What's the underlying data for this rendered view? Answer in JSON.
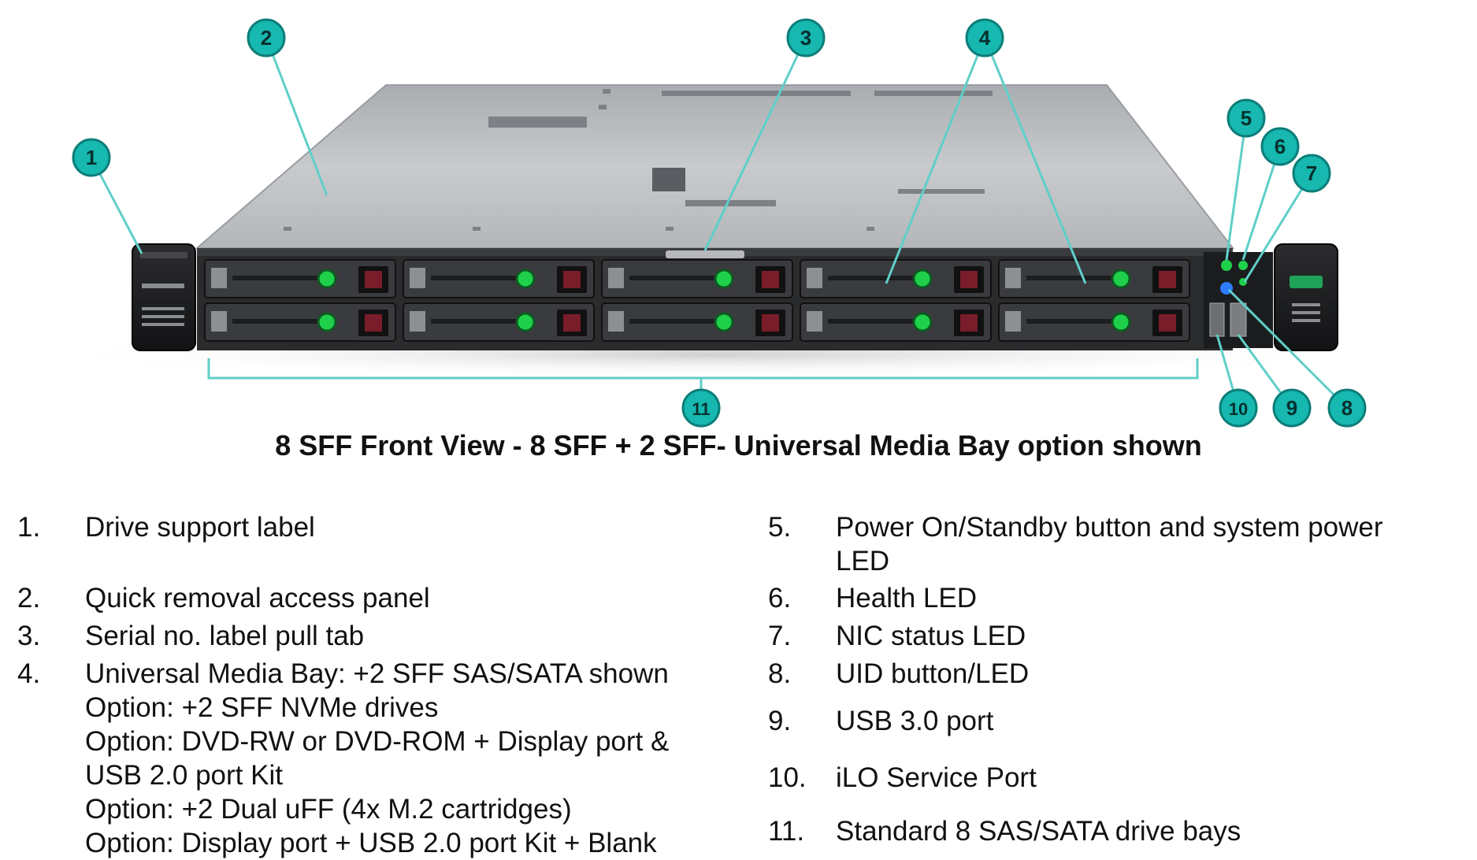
{
  "caption": "8 SFF Front View - 8 SFF + 2 SFF- Universal Media Bay option shown",
  "callouts": [
    "1",
    "2",
    "3",
    "4",
    "5",
    "6",
    "7",
    "8",
    "9",
    "10",
    "11"
  ],
  "colors": {
    "callout_fill": "#16b8b0",
    "callout_ring": "#0c7e79",
    "leader_line": "#5fcfc8",
    "chassis_top": "#bfc1c4",
    "bezel": "#1f2022",
    "drive_latch": "#7a1d2a",
    "led_green": "#1fd14a",
    "led_blue": "#2d7bff"
  },
  "legend_left": [
    {
      "num": "1.",
      "lines": [
        "Drive support label"
      ]
    },
    {
      "num": "2.",
      "lines": [
        "Quick removal access panel"
      ]
    },
    {
      "num": "3.",
      "lines": [
        "Serial no. label pull tab"
      ]
    },
    {
      "num": "4.",
      "lines": [
        "Universal Media Bay: +2 SFF SAS/SATA shown",
        "Option: +2 SFF NVMe drives",
        "Option: DVD-RW or DVD-ROM + Display port &",
        "USB 2.0 port Kit",
        "Option: +2 Dual uFF (4x M.2 cartridges)",
        "Option: Display port + USB 2.0 port Kit + Blank"
      ]
    }
  ],
  "legend_right": [
    {
      "num": "5.",
      "lines": [
        "Power On/Standby button and system power",
        "LED"
      ]
    },
    {
      "num": "6.",
      "lines": [
        "Health LED"
      ]
    },
    {
      "num": "7.",
      "lines": [
        "NIC status LED"
      ]
    },
    {
      "num": "8.",
      "lines": [
        "UID button/LED"
      ]
    },
    {
      "num": "9.",
      "lines": [
        "USB 3.0 port"
      ]
    },
    {
      "num": "10.",
      "lines": [
        "iLO Service Port"
      ]
    },
    {
      "num": "11.",
      "lines": [
        "Standard 8 SAS/SATA drive bays"
      ]
    }
  ]
}
